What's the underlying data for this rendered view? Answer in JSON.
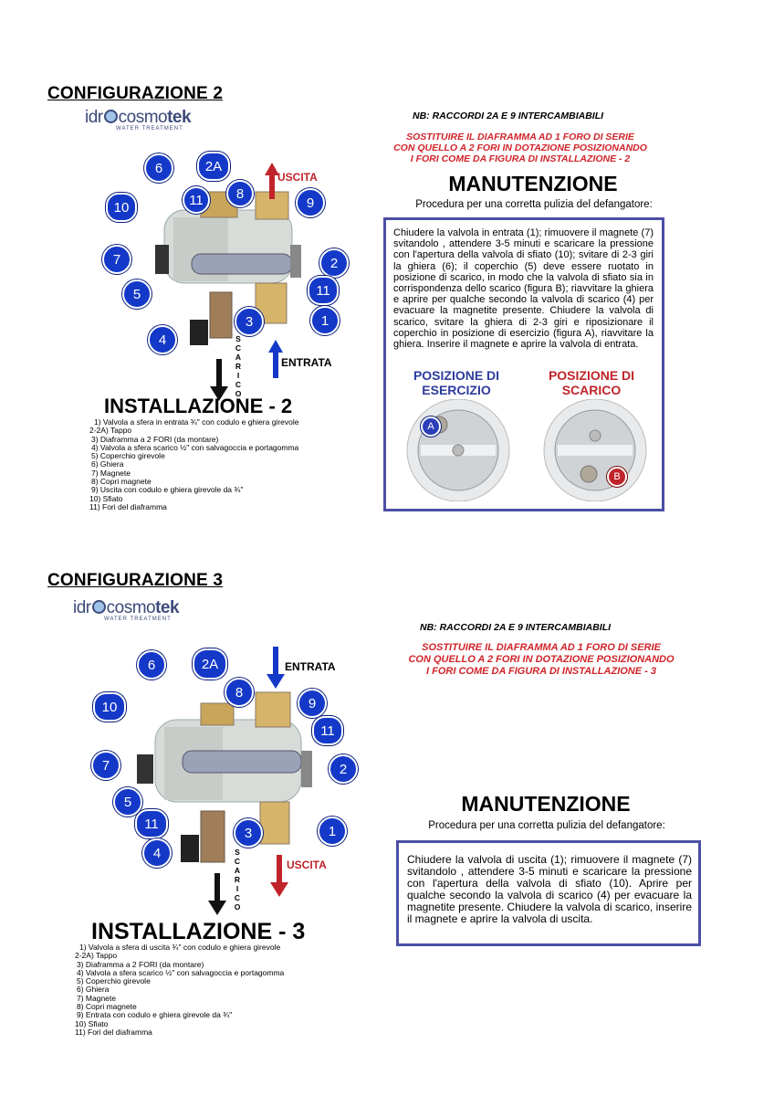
{
  "config2": {
    "title": "CONFIGURAZIONE  2",
    "logo": {
      "left": "idr",
      "right": "cosmo",
      "bold": "tek",
      "sub": "WATER TREATMENT"
    },
    "nb": "NB: RACCORDI  2A E 9  INTERCAMBIABILI",
    "warning": [
      "SOSTITUIRE IL DIAFRAMMA AD 1 FORO DI SERIE",
      "CON QUELLO A 2 FORI IN DOTAZIONE POSIZIONANDO",
      "I FORI COME DA FIGURA DI INSTALLAZIONE - 2"
    ],
    "manutenzione": "MANUTENZIONE",
    "procedura": "Procedura per una corretta pulizia del defangatore:",
    "box_text": "Chiudere la valvola in entrata (1); rimuovere il magnete (7) svitandolo , attendere 3-5 minuti e scaricare la pressione con l'apertura della valvola di sfiato (10); svitare di 2-3 giri la ghiera (6); il coperchio (5) deve essere ruotato in posizione di scarico, in modo che la valvola di sfiato sia in corrispondenza dello scarico (figura B); riavvitare la ghiera e aprire per qualche secondo la valvola di scarico (4) per evacuare la magnetite presente. Chiudere la valvola di scarico, svitare la ghiera di 2-3 giri e riposizionare il coperchio in posizione di esercizio (figura A), riavvitare la ghiera. Inserire il magnete e aprire la valvola di entrata.",
    "pos_esercizio": [
      "POSIZIONE DI",
      "ESERCIZIO"
    ],
    "pos_scarico": [
      "POSIZIONE DI",
      "SCARICO"
    ],
    "marker_a": "A",
    "marker_b": "B",
    "label_top": "USCITA",
    "label_bottom": "ENTRATA",
    "scarico": [
      "S",
      "C",
      "A",
      "R",
      "I",
      "C",
      "O"
    ],
    "install_title": "INSTALLAZIONE - 2",
    "list": [
      "1) Valvola a sfera in entrata ¾\" con codulo e ghiera girevole",
      "2-2A) Tappo",
      "3) Diaframma a  2 FORI (da montare)",
      "4) Valvola a sfera scarico ½\" con salvagoccia e portagomma",
      "5) Coperchio girevole",
      "6) Ghiera",
      "7) Magnete",
      "8) Copri magnete",
      "9) Uscita con codulo e ghiera girevole da ¾\"",
      "10) Sfiato",
      "11) Fori del diaframma"
    ],
    "badges": [
      "6",
      "2A",
      "11",
      "8",
      "9",
      "10",
      "7",
      "2",
      "5",
      "11",
      "1",
      "3",
      "4"
    ]
  },
  "config3": {
    "title": "CONFIGURAZIONE  3",
    "nb": "NB: RACCORDI  2A E 9  INTERCAMBIABILI",
    "warning": [
      "SOSTITUIRE IL DIAFRAMMA AD 1 FORO DI SERIE",
      "CON QUELLO A 2 FORI IN DOTAZIONE POSIZIONANDO",
      "I FORI COME DA FIGURA DI INSTALLAZIONE - 3"
    ],
    "manutenzione": "MANUTENZIONE",
    "procedura": "Procedura per una corretta pulizia del defangatore:",
    "box_text": "Chiudere la valvola di uscita (1); rimuovere il magnete (7) svitandolo , attendere 3-5 minuti e scaricare la pressione con l'apertura della valvola di sfiato (10). Aprire per qualche secondo la valvola di scarico (4) per evacuare la magnetite presente.  Chiudere la valvola di scarico, inserire il magnete e aprire la valvola di uscita.",
    "label_top": "ENTRATA",
    "label_bottom": "USCITA",
    "scarico": [
      "S",
      "C",
      "A",
      "R",
      "I",
      "C",
      "O"
    ],
    "install_title": "INSTALLAZIONE - 3",
    "list": [
      "1) Valvola a sfera di uscita ¾\" con codulo e ghiera girevole",
      "2-2A) Tappo",
      "3) Diaframma a  2 FORI (da montare)",
      "4) Valvola a sfera scarico ½\" con salvagoccia e portagomma",
      "5) Coperchio girevole",
      "6) Ghiera",
      "7) Magnete",
      "8) Copri magnete",
      "9) Entrata con codulo e ghiera girevole da ¾\"",
      "10) Sfiato",
      "11) Fori del diaframma"
    ],
    "badges": [
      "6",
      "2A",
      "8",
      "9",
      "10",
      "11",
      "7",
      "2",
      "5",
      "11",
      "3",
      "1",
      "4"
    ]
  }
}
